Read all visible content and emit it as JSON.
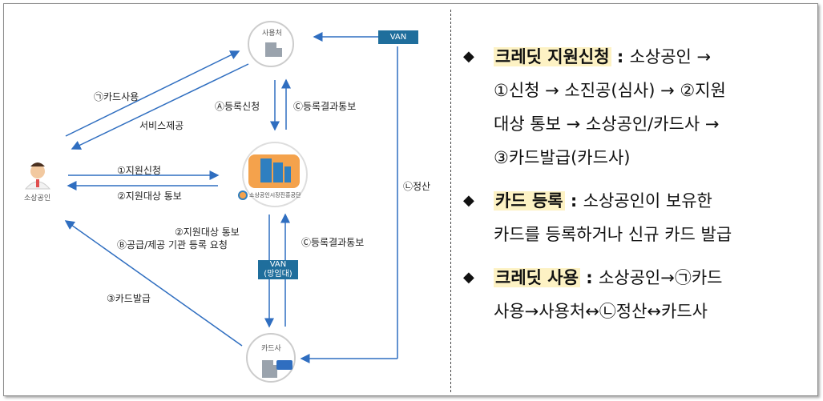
{
  "diagram": {
    "nodes": {
      "merchant": "사용처",
      "owner": "소상공인",
      "agency": "소상공인시장진흥공단",
      "cardco": "카드사"
    },
    "van_top": "VAN",
    "van_mid_line1": "VAN",
    "van_mid_line2": "(망임대)",
    "labels": {
      "card_use": "㉠카드사용",
      "service": "서비스제공",
      "reg_request": "Ⓐ등록신청",
      "reg_result_top": "Ⓒ등록결과통보",
      "apply": "①지원신청",
      "notify": "②지원대상 통보",
      "notify2": "②지원대상 통보",
      "supply_request": "Ⓑ공급/제공 기관 등록 요청",
      "reg_result_bottom": "Ⓒ등록결과통보",
      "card_issue": "③카드발급",
      "settle": "㉡정산"
    }
  },
  "explanation": [
    {
      "bullet": "◆",
      "title": "크레딧 지원신청",
      "sep": " : ",
      "text1": "소상공인 →",
      "text2": "①신청 → 소진공(심사) → ②지원",
      "text3": "대상 통보 → 소상공인/카드사 →",
      "text4": "③카드발급(카드사)"
    },
    {
      "bullet": "◆",
      "title": "카드 등록",
      "sep": " : ",
      "text1": "소상공인이 보유한",
      "text2": "카드를 등록하거나 신규 카드 발급"
    },
    {
      "bullet": "◆",
      "title": "크레딧 사용",
      "sep": " : ",
      "text1": "소상공인→㉠카드",
      "text2": "사용→사용처↔㉡정산↔카드사"
    }
  ]
}
